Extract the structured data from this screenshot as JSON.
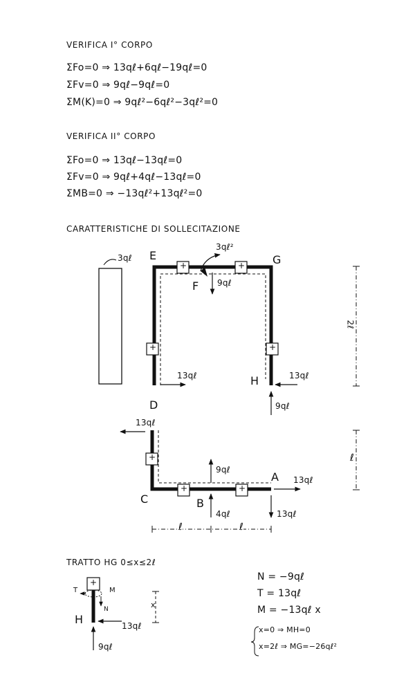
{
  "verify1": {
    "title": "VERIFICA I° CORPO",
    "eq1": "ΣFo=0 ⇒ 13qℓ+6qℓ−19qℓ=0",
    "eq2": "ΣFv=0 ⇒ 9qℓ−9qℓ=0",
    "eq3": "ΣM(K)=0 ⇒ 9qℓ²−6qℓ²−3qℓ²=0"
  },
  "verify2": {
    "title": "VERIFICA II° CORPO",
    "eq1": "ΣFo=0 ⇒ 13qℓ−13qℓ=0",
    "eq2": "ΣFv=0 ⇒ 9qℓ+4qℓ−13qℓ=0",
    "eq3": "ΣMB=0 ⇒ −13qℓ²+13qℓ²=0"
  },
  "section_title": "CARATTERISTICHE DI SOLLECITAZIONE",
  "frame_upper": {
    "E": "E",
    "G": "G",
    "F": "F",
    "H": "H",
    "moment_F": "3qℓ²",
    "load_F": "9qℓ",
    "left_bar_label": "3qℓ",
    "force_D_bottom": "13qℓ",
    "force_H": "13qℓ",
    "reaction_H": "9qℓ",
    "height_dim": "2ℓ",
    "plus": "+"
  },
  "frame_lower": {
    "D": "D",
    "C": "C",
    "B": "B",
    "A": "A",
    "force_D": "13qℓ",
    "force_A": "13qℓ",
    "load_up": "9qℓ",
    "reaction_B": "4qℓ",
    "reaction_A": "13qℓ",
    "height_dim": "ℓ",
    "span1": "ℓ",
    "span2": "ℓ",
    "plus": "+"
  },
  "tratto": {
    "title": "TRATTO HG   0≤x≤2ℓ",
    "T": "T",
    "M": "M",
    "N": "N",
    "H": "H",
    "x": "x",
    "force": "13qℓ",
    "reaction": "9qℓ",
    "N_eq": "N = −9qℓ",
    "T_eq": "T = 13qℓ",
    "M_eq": "M = −13qℓ x",
    "case1": "x=0 ⇒ MH=0",
    "case2": "x=2ℓ ⇒ MG=−26qℓ²",
    "plus": "+"
  }
}
